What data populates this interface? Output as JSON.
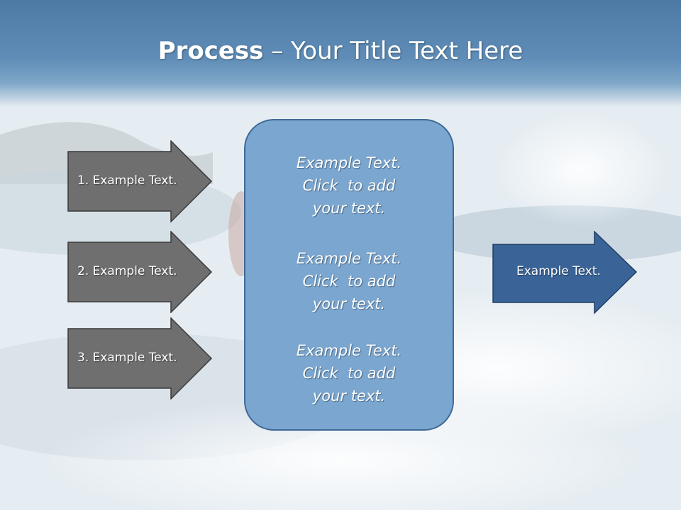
{
  "title": {
    "bold": "Process",
    "rest": " – Your Title Text Here"
  },
  "left_arrows": [
    {
      "label": "1. Example Text."
    },
    {
      "label": "2. Example Text."
    },
    {
      "label": "3. Example Text."
    }
  ],
  "center_box": {
    "items": [
      {
        "line1": "Example Text.",
        "line2": "Click  to add",
        "line3": "your text."
      },
      {
        "line1": "Example Text.",
        "line2": "Click  to add",
        "line3": "your text."
      },
      {
        "line1": "Example Text.",
        "line2": "Click  to add",
        "line3": "your text."
      }
    ]
  },
  "right_arrow": {
    "label": "Example Text."
  },
  "colors": {
    "title_band": "#5a87b2",
    "left_arrow_fill": "#6f6f6f",
    "center_box_fill": "#7aa6d0",
    "right_arrow_fill": "#3a6497"
  }
}
